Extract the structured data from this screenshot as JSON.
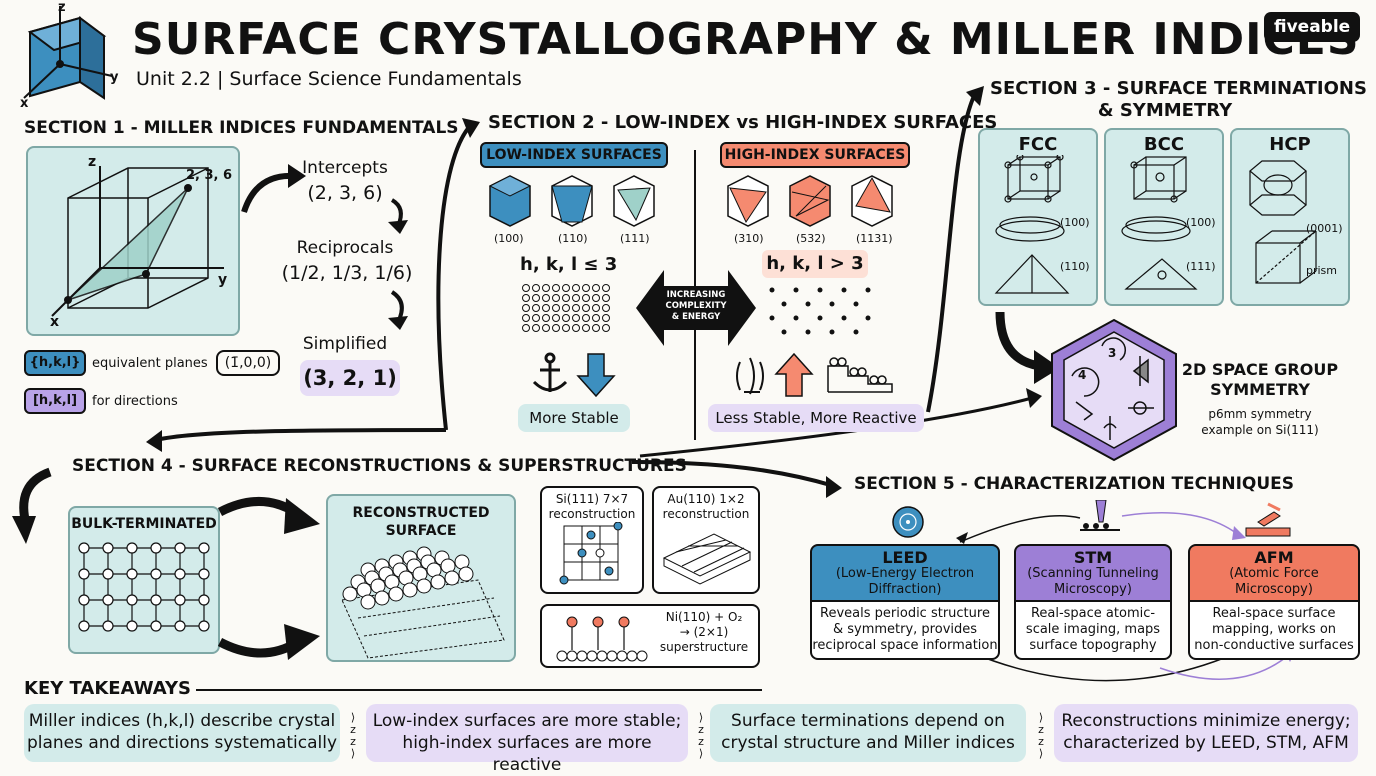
{
  "header": {
    "title": "SURFACE CRYSTALLOGRAPHY & MILLER INDICES",
    "subtitle": "Unit 2.2 | Surface Science Fundamentals",
    "logo": "fiveable",
    "cube_axes": {
      "z": "z",
      "y": "y",
      "x": "x"
    }
  },
  "section1": {
    "title": "SECTION 1 - MILLER INDICES FUNDAMENTALS",
    "axes": {
      "z": "z",
      "y": "y",
      "x": "x"
    },
    "point_label": "2, 3, 6",
    "steps": [
      {
        "label": "Intercepts",
        "value": "(2, 3, 6)"
      },
      {
        "label": "Reciprocals",
        "value": "(1/2, 1/3, 1/6)"
      },
      {
        "label": "Simplified",
        "value": "(3, 2, 1)"
      }
    ],
    "notation": [
      {
        "badge": "{h,k,l}",
        "text": "equivalent planes",
        "example": "(1̄,0,0)"
      },
      {
        "badge": "[h,k,l]",
        "text": "for directions"
      }
    ]
  },
  "section2": {
    "title": "SECTION 2 - LOW-INDEX vs HIGH-INDEX SURFACES",
    "low": {
      "header": "LOW-INDEX SURFACES",
      "planes": [
        "(100)",
        "(110)",
        "(111)"
      ],
      "rule": "h, k, l ≤ 3",
      "footer": "More Stable"
    },
    "high": {
      "header": "HIGH-INDEX SURFACES",
      "planes": [
        "(310)",
        "(532)",
        "(1131)"
      ],
      "rule": "h, k, l > 3",
      "footer": "Less Stable, More Reactive"
    },
    "middle_lines": [
      "INCREASING",
      "COMPLEXITY",
      "& ENERGY"
    ]
  },
  "section3": {
    "title_lines": [
      "SECTION 3 - SURFACE TERMINATIONS",
      "& SYMMETRY"
    ],
    "structures": [
      {
        "name": "FCC",
        "labels": [
          "(100)",
          "(110)"
        ]
      },
      {
        "name": "BCC",
        "labels": [
          "(100)",
          "(111)"
        ]
      },
      {
        "name": "HCP",
        "labels": [
          "(0001)",
          "prism"
        ]
      }
    ],
    "symmetry": {
      "title_lines": [
        "2D SPACE GROUP",
        "SYMMETRY"
      ],
      "desc_lines": [
        "p6mm symmetry",
        "example on Si(111)"
      ],
      "rotations": [
        "3",
        "4"
      ]
    }
  },
  "section4": {
    "title": "SECTION 4 - SURFACE RECONSTRUCTIONS & SUPERSTRUCTURES",
    "bulk_label": "BULK-TERMINATED",
    "recon_label_lines": [
      "RECONSTRUCTED",
      "SURFACE"
    ],
    "insets": [
      {
        "lines": [
          "Si(111) 7×7",
          "reconstruction"
        ]
      },
      {
        "lines": [
          "Au(110) 1×2",
          "reconstruction"
        ]
      },
      {
        "lines": [
          "Ni(110) + O₂",
          "→ (2×1)",
          "superstructure"
        ]
      }
    ]
  },
  "section5": {
    "title": "SECTION 5 - CHARACTERIZATION TECHNIQUES",
    "techniques": [
      {
        "name": "LEED",
        "sub_lines": [
          "(Low-Energy Electron",
          "Diffraction)"
        ],
        "desc_lines": [
          "Reveals periodic structure",
          "& symmetry, provides",
          "reciprocal space information"
        ],
        "color": "#3d8fbf"
      },
      {
        "name": "STM",
        "sub_lines": [
          "(Scanning Tunneling",
          "Microscopy)"
        ],
        "desc_lines": [
          "Real-space atomic-",
          "scale imaging, maps",
          "surface topography"
        ],
        "color": "#9d7fd6"
      },
      {
        "name": "AFM",
        "sub_lines": [
          "(Atomic Force",
          "Microscopy)"
        ],
        "desc_lines": [
          "Real-space surface",
          "mapping, works on",
          "non-conductive surfaces"
        ],
        "color": "#f07a60"
      }
    ]
  },
  "takeaways": {
    "title": "KEY TAKEAWAYS",
    "items": [
      {
        "lines": [
          "Miller indices (h,k,l) describe crystal",
          "planes and directions systematically"
        ],
        "color": "#d3ebea"
      },
      {
        "lines": [
          "Low-index surfaces are more stable;",
          "high-index surfaces are more reactive"
        ],
        "color": "#e6dcf6"
      },
      {
        "lines": [
          "Surface terminations depend on",
          "crystal structure and Miller indices"
        ],
        "color": "#d3ebea"
      },
      {
        "lines": [
          "Reconstructions minimize energy;",
          "characterized by LEED, STM, AFM"
        ],
        "color": "#e6dcf6"
      }
    ]
  },
  "colors": {
    "teal_panel": "#d3ebea",
    "blue_badge": "#3d8fbf",
    "purple_badge": "#b9a3e8",
    "salmon_badge": "#f58a70",
    "lavender": "#e6dcf6"
  }
}
